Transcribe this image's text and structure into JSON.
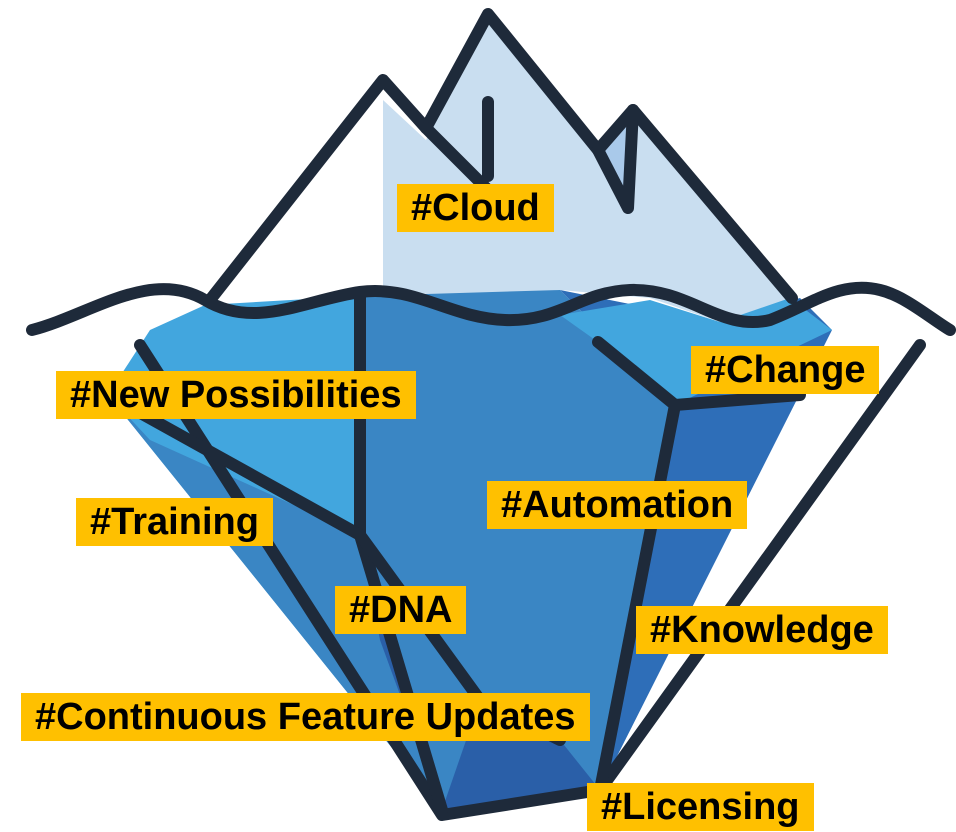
{
  "colors": {
    "tag_background": "#FFC000",
    "tag_text": "#000000",
    "outline": "#1E2A3A",
    "snow_light": "#C9DEF0",
    "snow_shadow": "#A9C9EA",
    "water_light": "#42A6DE",
    "water_mid": "#3A86C4",
    "water_dark": "#2E6EB8",
    "water_deep": "#2A5FA8"
  },
  "tags": {
    "cloud": "#Cloud",
    "change": "#Change",
    "new_possibilities": "#New Possibilities",
    "training": "#Training",
    "automation": "#Automation",
    "dna": "#DNA",
    "knowledge": "#Knowledge",
    "continuous_feature_updates": "#Continuous Feature Updates",
    "licensing": "#Licensing"
  }
}
